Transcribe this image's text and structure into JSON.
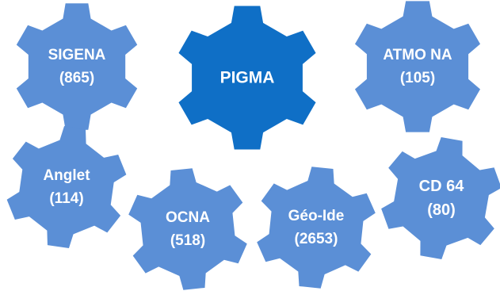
{
  "gears": [
    {
      "id": "sigena",
      "lines": [
        "SIGENA",
        "(865)"
      ],
      "color": "#5b8fd6"
    },
    {
      "id": "pigma",
      "lines": [
        "PIGMA"
      ],
      "color": "#0f6fc6"
    },
    {
      "id": "atmo-na",
      "lines": [
        "ATMO NA",
        "(105)"
      ],
      "color": "#5b8fd6"
    },
    {
      "id": "anglet",
      "lines": [
        "Anglet",
        "(114)"
      ],
      "color": "#5b8fd6"
    },
    {
      "id": "ocna",
      "lines": [
        "OCNA",
        "(518)"
      ],
      "color": "#5b8fd6"
    },
    {
      "id": "geo-ide",
      "lines": [
        "Géo-Ide",
        "(2653)"
      ],
      "color": "#5b8fd6"
    },
    {
      "id": "cd-64",
      "lines": [
        "CD 64",
        "(80)"
      ],
      "color": "#5b8fd6"
    }
  ]
}
